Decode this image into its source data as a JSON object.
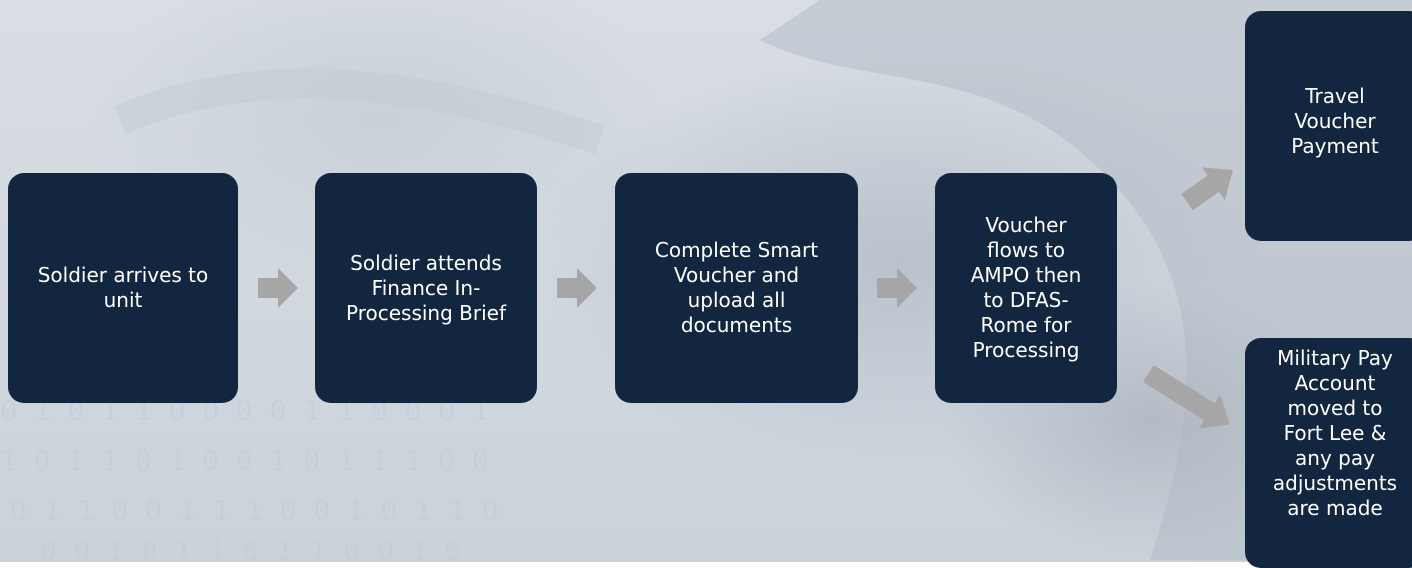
{
  "steps": [
    {
      "lines": [
        "Soldier arrives to",
        "unit"
      ]
    },
    {
      "lines": [
        "Soldier attends",
        "Finance In-",
        "Processing Brief"
      ]
    },
    {
      "lines": [
        "Complete Smart",
        "Voucher and",
        "upload all",
        "documents"
      ]
    },
    {
      "lines": [
        "Voucher",
        "flows to",
        "AMPO then",
        "to DFAS-",
        "Rome for",
        "Processing"
      ]
    }
  ],
  "outcomes": [
    {
      "lines": [
        "Travel",
        "Voucher",
        "Payment"
      ]
    },
    {
      "lines": [
        "Military Pay",
        "Account",
        "moved to",
        "Fort Lee &",
        "any pay",
        "adjustments",
        "are made"
      ]
    }
  ],
  "colors": {
    "box_fill": "#12263f",
    "box_text": "#ffffff",
    "arrow_fill": "#a6a6a6"
  }
}
